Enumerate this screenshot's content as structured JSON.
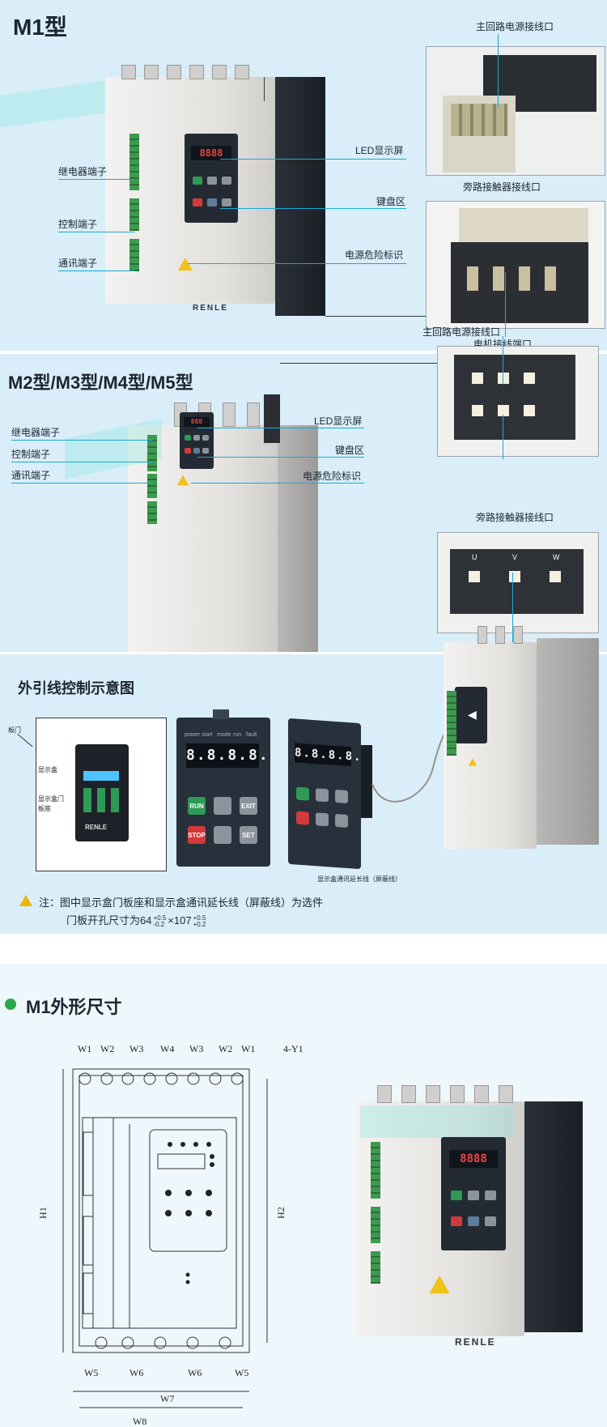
{
  "m1": {
    "title": "M1型",
    "left_labels": [
      "继电器端子",
      "控制端子",
      "通讯端子"
    ],
    "right_labels": [
      "LED显示屏",
      "键盘区",
      "电源危险标识"
    ],
    "inset_labels": [
      "主回路电源接线口",
      "旁路接触器接线口",
      "电机接线端口"
    ]
  },
  "m2": {
    "title": "M2型/M3型/M4型/M5型",
    "left_labels": [
      "继电器端子",
      "控制端子",
      "通讯端子"
    ],
    "right_labels": [
      "LED显示屏",
      "键盘区",
      "电源危险标识"
    ],
    "inset_labels": [
      "主回路电源接线口",
      "旁路接触器接线口"
    ],
    "terminal_letters": [
      "U",
      "V",
      "W"
    ]
  },
  "ext": {
    "title": "外引线控制示意图",
    "door_label": "板门",
    "box_labels": [
      "显示盒",
      "显示盒门板座"
    ],
    "keypad": {
      "top_labels": [
        "power",
        "start",
        "mode",
        "run",
        "fault"
      ],
      "display": "8.8.8.8.",
      "keys": [
        "RUN",
        "",
        "EXIT",
        "STOP",
        "",
        "SET"
      ]
    },
    "brand": "RENLE",
    "cable_label": "显示盒通讯延长线（屏蔽线）",
    "note_line1": "注：图中显示盒门板座和显示盒通讯延长线（屏蔽线）为选件",
    "note_line2_prefix": "门板开孔尺寸为64",
    "note_tol1_up": "+0.5",
    "note_tol1_down": "-0.2",
    "note_mid": "×107",
    "note_tol2_up": "+0.5",
    "note_tol2_down": "+0.2"
  },
  "dim": {
    "title": "M1外形尺寸",
    "top_labels": [
      "W1",
      "W2",
      "W3",
      "W4",
      "W3",
      "W2",
      "W1"
    ],
    "hole_label": "4-Y1",
    "bottom_labels": [
      "W5",
      "W6",
      "W6",
      "W5"
    ],
    "w7": "W7",
    "w8": "W8",
    "h1": "H1",
    "h2": "H2",
    "brand": "RENLE"
  },
  "colors": {
    "section_bg": "#d9eef9",
    "leader_line": "#19a9d6",
    "green_bullet": "#2aa84a"
  }
}
